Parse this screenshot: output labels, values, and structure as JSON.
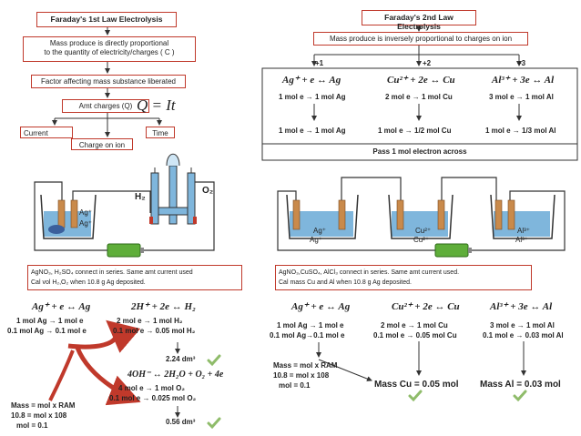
{
  "left": {
    "title": "Faraday's 1st Law Electrolysis",
    "statement_line1": "Mass  produce is directly proportional",
    "statement_line2": "to the quantity of electricity/charges ( C )",
    "factor": "Factor affecting mass substance liberated",
    "amt_charges": "Amt charges (Q)",
    "formula": "Q = It",
    "current": "Current",
    "time": "Time",
    "charge_on_ion": "Charge on ion",
    "h2_label": "H₂",
    "o2_label": "O₂",
    "ag_ion_1": "Ag⁺",
    "ag_ion_2": "Ag⁺",
    "note_line1": "AgNO₃, H₂SO₄ connect in series. Same amt current used",
    "note_line2": "Cal vol H₂,O₂ when 10.8 g Ag deposited.",
    "eq_ag": "Ag⁺ + e ↔ Ag",
    "ag_row1": "1 mol Ag →     1 mol e",
    "ag_row2": "0.1 mol Ag → 0.1 mol e",
    "eq_h": "2H⁺ + 2e ↔ H₂",
    "h_row1": "2 mol e →      1 mol H₂",
    "h_row2": "0.1 mol e → 0.05 mol H₂",
    "h_vol": "2.24 dm³",
    "eq_o": "4OH⁻ ↔ 2H₂O + O₂ + 4e",
    "o_row1": "4 mol e →         1 mol O₂",
    "o_row2": "0.1 mol e → 0.025 mol O₂",
    "o_vol": "0.56 dm³",
    "mass_row1": "Mass = mol x RAM",
    "mass_row2": "10.8    = mol x 108",
    "mass_row3": "mol = 0.1"
  },
  "right": {
    "title": "Faraday's 2nd Law Electrolysis",
    "statement": "Mass produce is inversely proportional to charges on ion",
    "charge_1": "+1",
    "charge_2": "+2",
    "charge_3": "+3",
    "eq1": "Ag⁺ + e ↔ Ag",
    "eq2": "Cu²⁺ + 2e ↔ Cu",
    "eq3": "Al³⁺ + 3e ↔ Al",
    "r1a": "1 mol e → 1 mol Ag",
    "r2a": "2 mol e → 1 mol Cu",
    "r3a": "3 mol e → 1 mol Al",
    "r1b": "1 mol e → 1 mol Ag",
    "r2b": "1 mol e → 1/2 mol Cu",
    "r3b": "1 mol e → 1/3 mol Al",
    "pass": "Pass 1 mol electron across",
    "ag_ion_1": "Ag⁺",
    "ag_ion_2": "Ag⁺",
    "cu_ion_1": "Cu²⁺",
    "cu_ion_2": "Cu²⁺",
    "al_ion_1": "Al³⁺",
    "al_ion_2": "Al³⁺",
    "note_line1": "AgNO₃,CuSO₄,  AlCl₃ connect in series. Same amt current used.",
    "note_line2": "Cal mass Cu and Al  when 10.8 g Ag deposited.",
    "eq_ag": "Ag⁺ + e ↔ Ag",
    "eq_cu": "Cu²⁺ + 2e ↔ Cu",
    "eq_al": "Al³⁺ + 3e ↔ Al",
    "ag_row1": "1 mol Ag →     1 mol e",
    "ag_row2": "0.1 mol Ag→0.1 mol e",
    "cu_row1": "2 mol e →      1 mol Cu",
    "cu_row2": "0.1 mol e → 0.05 mol Cu",
    "al_row1": "3 mol e →        1 mol Al",
    "al_row2": "0.1 mol e → 0.03 mol Al",
    "mass_row1": "Mass = mol x RAM",
    "mass_row2": "10.8    = mol x 108",
    "mass_row3": "mol = 0.1",
    "mass_cu": "Mass Cu = 0.05  mol",
    "mass_al": "Mass Al = 0.03  mol"
  },
  "colors": {
    "border": "#c0392b",
    "water": "#7fb6dc",
    "electrode": "#c98a4b",
    "battery": "#5fae3a",
    "check": "#8fbc6a"
  }
}
